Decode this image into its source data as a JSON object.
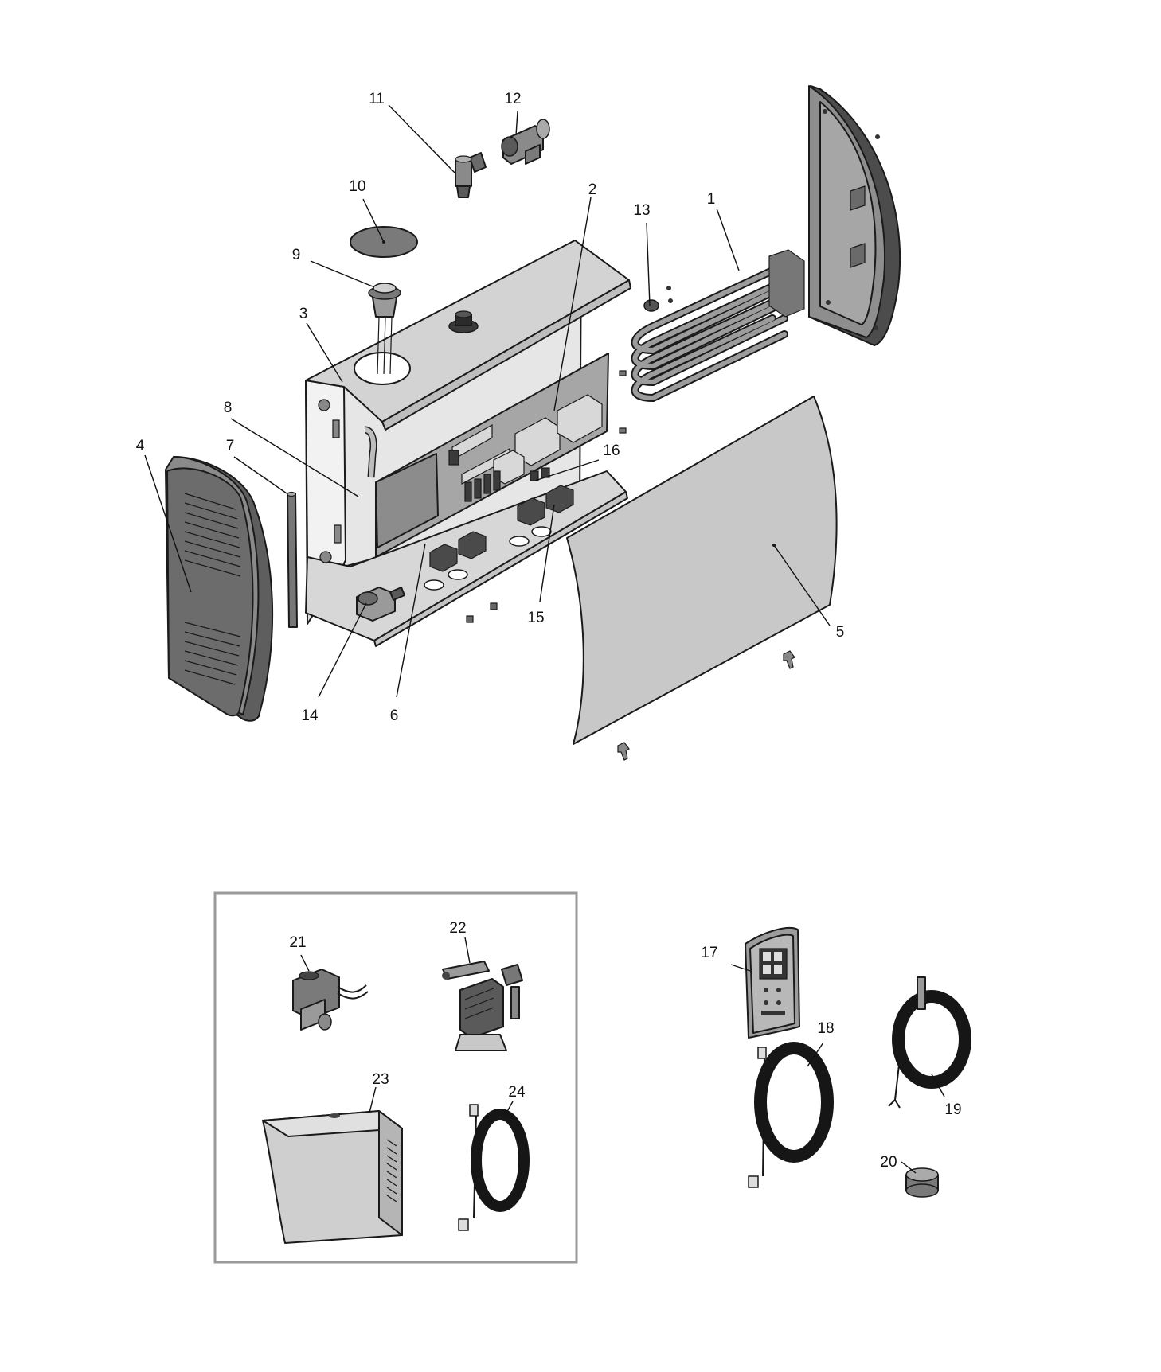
{
  "callouts": [
    {
      "id": "1",
      "label": "1"
    },
    {
      "id": "2",
      "label": "2"
    },
    {
      "id": "3",
      "label": "3"
    },
    {
      "id": "4",
      "label": "4"
    },
    {
      "id": "5",
      "label": "5"
    },
    {
      "id": "6",
      "label": "6"
    },
    {
      "id": "7",
      "label": "7"
    },
    {
      "id": "8",
      "label": "8"
    },
    {
      "id": "9",
      "label": "9"
    },
    {
      "id": "10",
      "label": "10"
    },
    {
      "id": "11",
      "label": "11"
    },
    {
      "id": "12",
      "label": "12"
    },
    {
      "id": "13",
      "label": "13"
    },
    {
      "id": "14",
      "label": "14"
    },
    {
      "id": "15",
      "label": "15"
    },
    {
      "id": "16",
      "label": "16"
    },
    {
      "id": "17",
      "label": "17"
    },
    {
      "id": "18",
      "label": "18"
    },
    {
      "id": "19",
      "label": "19"
    },
    {
      "id": "20",
      "label": "20"
    },
    {
      "id": "21",
      "label": "21"
    },
    {
      "id": "22",
      "label": "22"
    },
    {
      "id": "23",
      "label": "23"
    },
    {
      "id": "24",
      "label": "24"
    }
  ],
  "colors": {
    "line": "#1a1a1a",
    "fill_light": "#e9e9e9",
    "fill_mid": "#bdbdbd",
    "fill_dark": "#7b7b7b",
    "fill_black": "#161616",
    "frame": "#9a9a9a"
  }
}
